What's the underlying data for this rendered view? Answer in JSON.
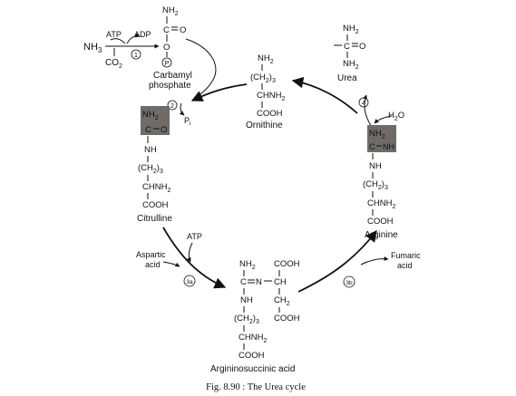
{
  "step1": {
    "nh3": "NH",
    "nh3_sub": "3",
    "atp": "ATP",
    "adp": "ADP",
    "co2": "CO",
    "co2_sub": "2",
    "number": "1"
  },
  "carbamyl_phosphate": {
    "nh2": "NH",
    "nh2_sub": "2",
    "c": "C",
    "o_double": "O",
    "o_single": "O",
    "phosphate": "P",
    "name_line1": "Carbamyl",
    "name_line2": "phosphate"
  },
  "step2": {
    "number": "2",
    "pi": "P",
    "pi_sub": "i"
  },
  "ornithine": {
    "nh2": "NH",
    "nh2_sub": "2",
    "chain": "(CH",
    "chain_sub1": "2",
    "chain_close": ")",
    "chain_sub2": "3",
    "chnh2": "CHNH",
    "chnh2_sub": "2",
    "cooh": "COOH",
    "name": "Ornithine"
  },
  "urea": {
    "nh2_top": "NH",
    "nh2_top_sub": "2",
    "c": "C",
    "o": "O",
    "nh2_bottom": "NH",
    "nh2_bottom_sub": "2",
    "name": "Urea"
  },
  "step4": {
    "number": "4",
    "water": "H",
    "water_sub": "2",
    "water_o": "O"
  },
  "citrulline": {
    "nh2": "NH",
    "nh2_sub": "2",
    "c": "C",
    "o": "O",
    "nh": "NH",
    "chain": "(CH",
    "chain_sub1": "2",
    "chain_close": ")",
    "chain_sub2": "3",
    "chnh2": "CHNH",
    "chnh2_sub": "2",
    "cooh": "COOH",
    "name": "Citrulline"
  },
  "arginine": {
    "nh2": "NH",
    "nh2_sub": "2",
    "c": "C",
    "nh_double": "NH",
    "nh": "NH",
    "chain": "(CH",
    "chain_sub1": "2",
    "chain_close": ")",
    "chain_sub2": "3",
    "chnh2": "CHNH",
    "chnh2_sub": "2",
    "cooh": "COOH",
    "name": "Arginine"
  },
  "step3a": {
    "number": "3a",
    "aspartic_line1": "Aspartic",
    "aspartic_line2": "acid",
    "atp": "ATP"
  },
  "step3b": {
    "number": "3b",
    "fumaric_line1": "Fumaric",
    "fumaric_line2": "acid"
  },
  "argininosuccinic_acid": {
    "nh2": "NH",
    "nh2_sub": "2",
    "c": "C",
    "n": "N",
    "ch_right": "CH",
    "cooh_top": "COOH",
    "ch2": "CH",
    "ch2_sub": "2",
    "cooh_right": "COOH",
    "nh": "NH",
    "chain": "(CH",
    "chain_sub1": "2",
    "chain_close": ")",
    "chain_sub2": "3",
    "chnh2": "CHNH",
    "chnh2_sub": "2",
    "cooh": "COOH",
    "name": "Argininosuccinic acid"
  },
  "caption": "Fig. 8.90 : The Urea cycle",
  "colors": {
    "ink": "#111111",
    "highlight_box": "#6f6c68",
    "background": "#ffffff"
  }
}
